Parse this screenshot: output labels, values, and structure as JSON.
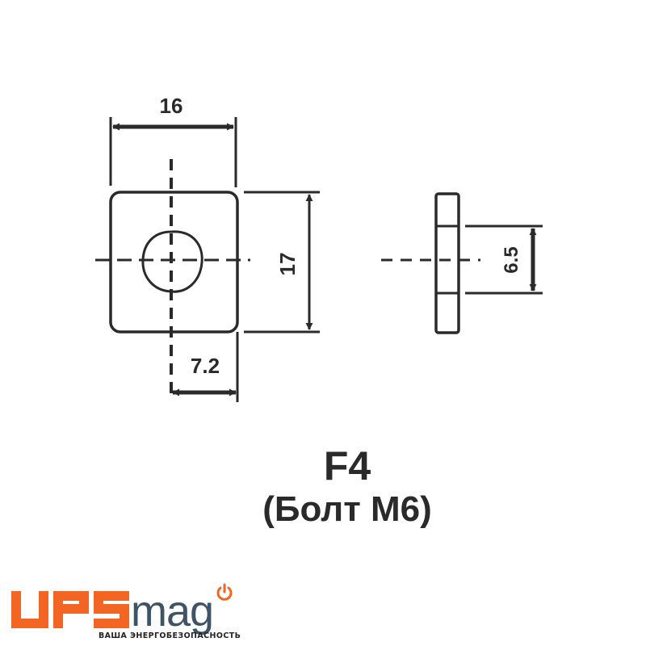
{
  "drawing": {
    "front_view": {
      "width_label": "16",
      "height_label": "17",
      "offset_label": "7.2"
    },
    "side_view": {
      "gap_label": "6.5"
    },
    "line_color": "#2a2a2a"
  },
  "caption": {
    "title": "F4",
    "subtitle": "(Болт M6)"
  },
  "logo": {
    "brand_prefix": "UPS",
    "brand_suffix": "mag",
    "tagline": "ВАША ЭНЕРГОБЕЗОПАСНОСТЬ",
    "icon": "power-icon",
    "colors": {
      "orange": "#f26522",
      "slate": "#3e5466"
    }
  }
}
